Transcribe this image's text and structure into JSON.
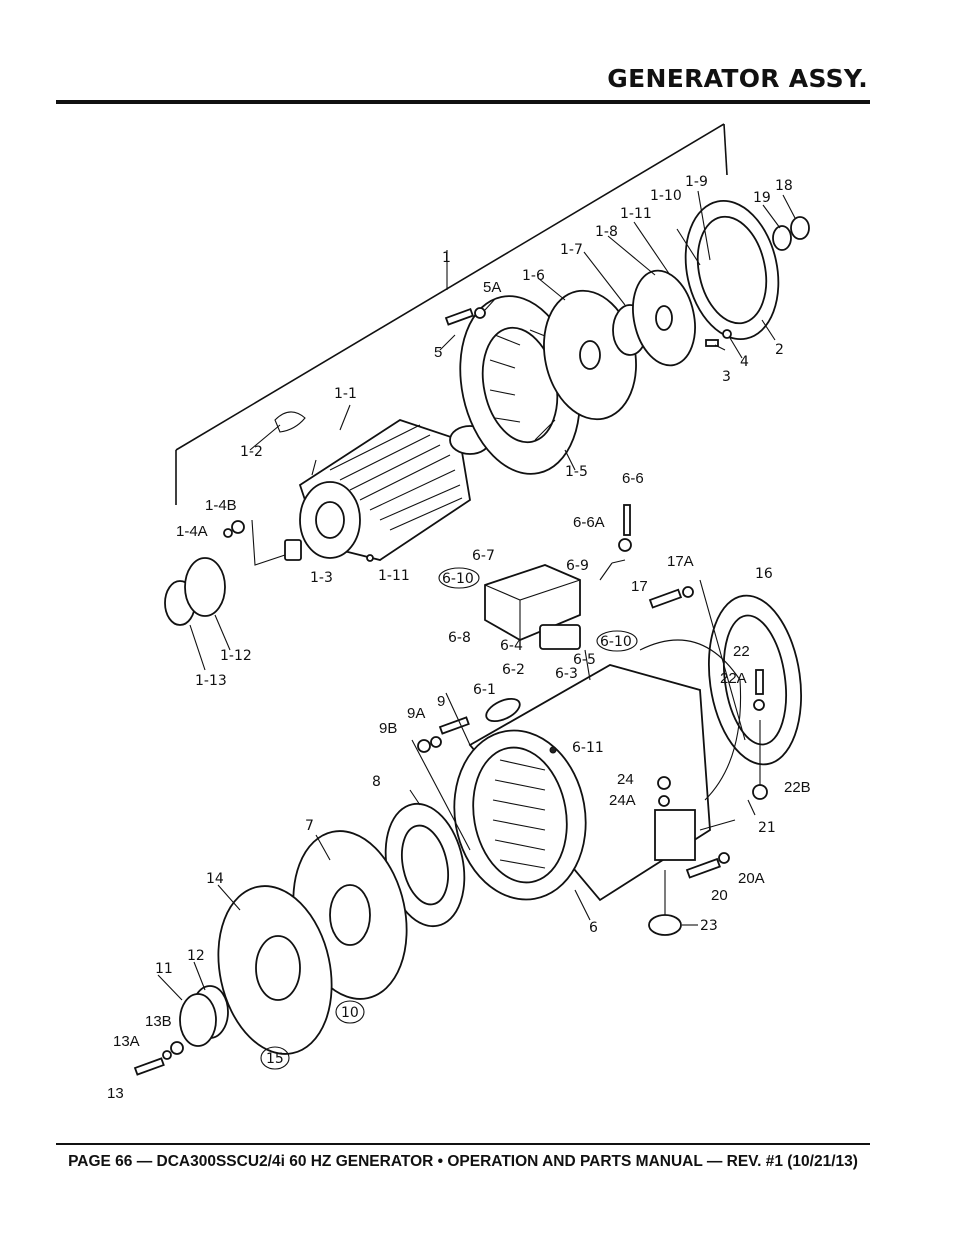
{
  "header": {
    "title": "GENERATOR ASSY."
  },
  "footer": {
    "text": "PAGE 66 — DCA300SSCU2/4i 60 HZ GENERATOR • OPERATION AND PARTS MANUAL — REV. #1 (10/21/13)"
  },
  "callouts": {
    "c1": "1",
    "c1_1": "1-1",
    "c1_2": "1-2",
    "c1_3": "1-3",
    "c1_4A": "1-4A",
    "c1_4B": "1-4B",
    "c1_5": "1-5",
    "c1_6": "1-6",
    "c1_7": "1-7",
    "c1_8": "1-8",
    "c1_9": "1-9",
    "c1_10": "1-10",
    "c1_11a": "1-11",
    "c1_11b": "1-11",
    "c1_12": "1-12",
    "c1_13": "1-13",
    "c2": "2",
    "c3": "3",
    "c4": "4",
    "c5": "5",
    "c5A": "5A",
    "c6": "6",
    "c6_1": "6-1",
    "c6_2": "6-2",
    "c6_3": "6-3",
    "c6_4": "6-4",
    "c6_5": "6-5",
    "c6_6": "6-6",
    "c6_6A": "6-6A",
    "c6_7": "6-7",
    "c6_8": "6-8",
    "c6_9": "6-9",
    "c6_10a": "6-10",
    "c6_10b": "6-10",
    "c6_11": "6-11",
    "c7": "7",
    "c8": "8",
    "c9": "9",
    "c9A": "9A",
    "c9B": "9B",
    "c10": "10",
    "c11": "11",
    "c12": "12",
    "c13": "13",
    "c13A": "13A",
    "c13B": "13B",
    "c14": "14",
    "c15": "15",
    "c16": "16",
    "c17": "17",
    "c17A": "17A",
    "c18": "18",
    "c19": "19",
    "c20": "20",
    "c20A": "20A",
    "c21": "21",
    "c22": "22",
    "c22A": "22A",
    "c22B": "22B",
    "c23": "23",
    "c24": "24",
    "c24A": "24A"
  }
}
